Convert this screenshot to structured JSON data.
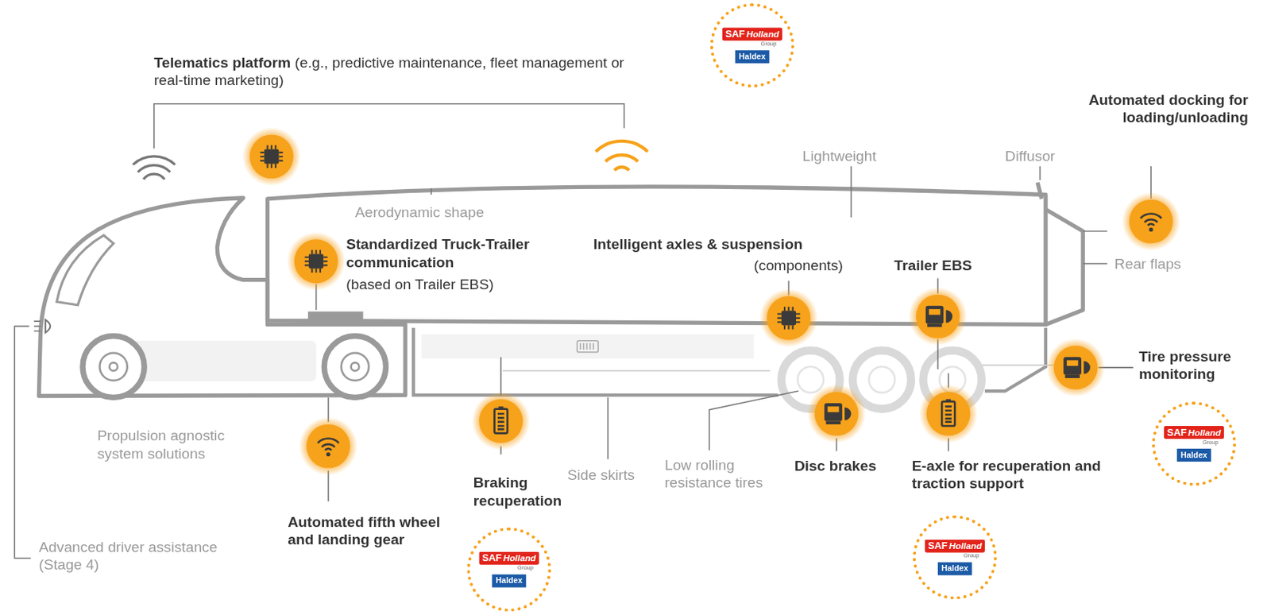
{
  "diagram": {
    "nodes": [
      {
        "text": [
          "SAF",
          "Holland",
          "Group",
          "Haldex"
        ]
      },
      {
        "text": [
          "SAF",
          "Holland",
          "Group",
          "Haldex"
        ]
      },
      {
        "text": [
          "SAF",
          "Holland",
          "Group",
          "Haldex"
        ]
      },
      {
        "text": [
          "SAF",
          "Holland",
          "Group",
          "Haldex"
        ]
      }
    ],
    "labels": [
      "Telematics platform",
      "(e.g., predictive maintenance, fleet management or real-time marketing)",
      "Automated docking for loading/unloading",
      "Lightweight",
      "Diffusor",
      "Aerodynamic shape",
      "Standardized Truck-Trailer communication",
      "(based on Trailer EBS)",
      "Intelligent axles & suspension",
      "(components)",
      "Trailer EBS",
      "Rear flaps",
      "Tire pressure monitoring",
      "Propulsion agnostic system solutions",
      "Braking recuperation",
      "Side skirts",
      "Low rolling resistance tires",
      "Disc brakes",
      "E-axle for recuperation and traction support",
      "Automated fifth wheel and landing gear",
      "Advanced driver assistance (Stage 4)"
    ]
  }
}
